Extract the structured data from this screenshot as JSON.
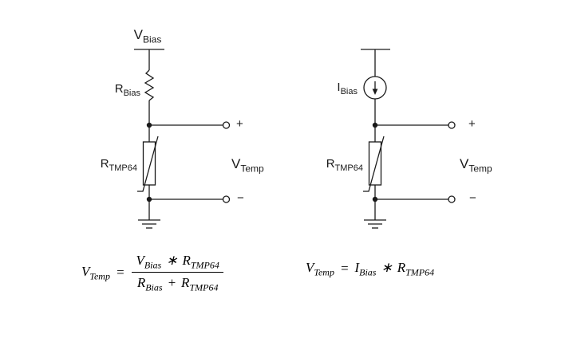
{
  "left_circuit": {
    "supply_label": {
      "base": "V",
      "sub": "Bias"
    },
    "resistor_label": {
      "base": "R",
      "sub": "Bias"
    },
    "thermistor_label": {
      "base": "R",
      "sub": "TMP64"
    },
    "output_label": {
      "base": "V",
      "sub": "Temp"
    },
    "plus_terminal": "+",
    "minus_terminal": "−"
  },
  "right_circuit": {
    "source_label": {
      "base": "I",
      "sub": "Bias"
    },
    "thermistor_label": {
      "base": "R",
      "sub": "TMP64"
    },
    "output_label": {
      "base": "V",
      "sub": "Temp"
    },
    "plus_terminal": "+",
    "minus_terminal": "−"
  },
  "formula_left": {
    "lhs_base": "V",
    "lhs_sub": "Temp",
    "equals": "=",
    "num_left_base": "V",
    "num_left_sub": "Bias",
    "num_op": "∗",
    "num_right_base": "R",
    "num_right_sub": "TMP64",
    "den_left_base": "R",
    "den_left_sub": "Bias",
    "den_op": "+",
    "den_right_base": "R",
    "den_right_sub": "TMP64"
  },
  "formula_right": {
    "lhs_base": "V",
    "lhs_sub": "Temp",
    "equals": "=",
    "term1_base": "I",
    "term1_sub": "Bias",
    "op": "∗",
    "term2_base": "R",
    "term2_sub": "TMP64"
  }
}
